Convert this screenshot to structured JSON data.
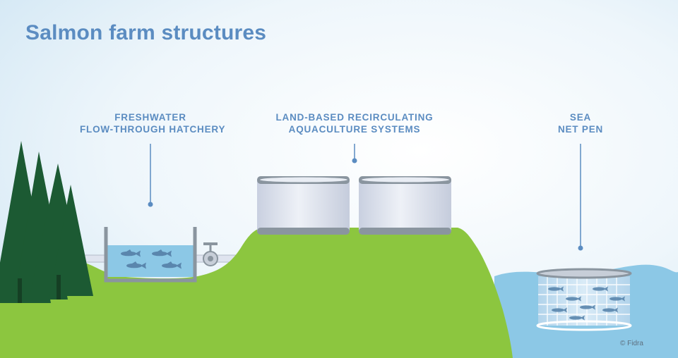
{
  "title": "Salmon farm structures",
  "labels": {
    "hatchery": [
      "FRESHWATER",
      "FLOW-THROUGH HATCHERY"
    ],
    "ras": [
      "LAND-BASED RECIRCULATING",
      "AQUACULTURE SYSTEMS"
    ],
    "netpen": [
      "SEA",
      "NET PEN"
    ]
  },
  "credit": "© Fidra",
  "colors": {
    "title": "#5b8cc1",
    "ground": "#8cc63f",
    "tree": "#1c5a33",
    "water": "#8cc8e6",
    "tank": "#dfe4ef",
    "tank_band": "#8a959f",
    "fish": "#5a86ad"
  }
}
